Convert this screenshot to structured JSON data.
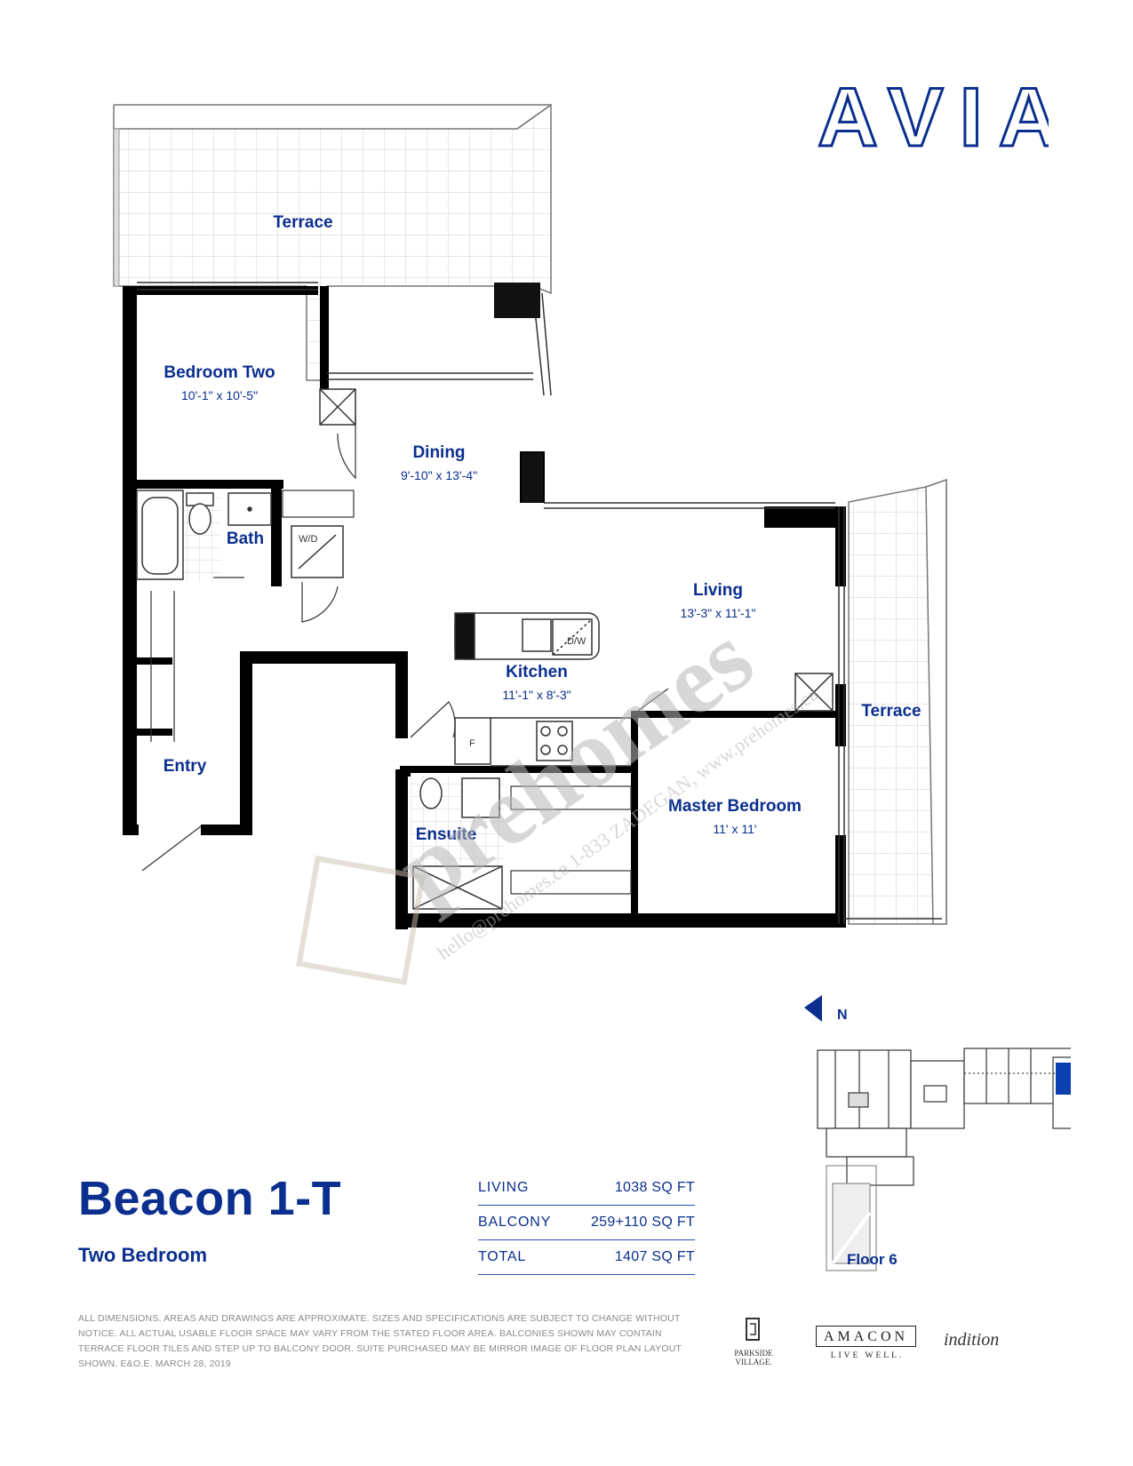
{
  "brand": {
    "logo_text": "AVIA"
  },
  "unit": {
    "name": "Beacon 1-T",
    "type": "Two Bedroom"
  },
  "areas": [
    {
      "label": "LIVING",
      "value": "1038 SQ FT"
    },
    {
      "label": "BALCONY",
      "value": "259+110 SQ FT"
    },
    {
      "label": "TOTAL",
      "value": "1407 SQ FT"
    }
  ],
  "rooms": {
    "terrace_top": {
      "name": "Terrace"
    },
    "bedroom_two": {
      "name": "Bedroom Two",
      "dims": "10'-1\" x 10'-5\""
    },
    "dining": {
      "name": "Dining",
      "dims": "9'-10\" x 13'-4\""
    },
    "bath": {
      "name": "Bath"
    },
    "living": {
      "name": "Living",
      "dims": "13'-3\" x 11'-1\""
    },
    "kitchen": {
      "name": "Kitchen",
      "dims": "11'-1\" x 8'-3\""
    },
    "terrace_right": {
      "name": "Terrace"
    },
    "entry": {
      "name": "Entry"
    },
    "master_bedroom": {
      "name": "Master Bedroom",
      "dims": "11' x 11'"
    },
    "ensuite": {
      "name": "Ensuite"
    }
  },
  "fixtures": {
    "washer_dryer": "W/D",
    "dishwasher": "D/W",
    "fridge": "F"
  },
  "keyplan": {
    "north": "N",
    "floor": "Floor 6",
    "highlight_color": "#0b3fb0"
  },
  "watermark": {
    "brand": "prehomes",
    "contact": "hello@prehomes.ca 1-833 ZADEGAN, www.prehomes.ca"
  },
  "disclaimer": "ALL DIMENSIONS, AREAS AND DRAWINGS ARE APPROXIMATE. SIZES AND SPECIFICATIONS ARE SUBJECT TO CHANGE WITHOUT NOTICE. ALL ACTUAL USABLE FLOOR SPACE MAY VARY FROM THE STATED FLOOR AREA. BALCONIES SHOWN MAY CONTAIN TERRACE FLOOR TILES AND STEP UP TO BALCONY DOOR. SUITE PURCHASED MAY BE MIRROR IMAGE OF FLOOR PLAN LAYOUT SHOWN. E&O.E.  MARCH 28, 2019",
  "partners": {
    "parkside": {
      "line1": "PARKSIDE",
      "line2": "VILLAGE."
    },
    "amacon": {
      "name": "AMACON",
      "tagline": "LIVE WELL."
    },
    "indition": {
      "script": "indition"
    }
  },
  "colors": {
    "brand_blue": "#0b2f8f",
    "wall": "#000000",
    "tile_line": "#cfcfcf"
  }
}
